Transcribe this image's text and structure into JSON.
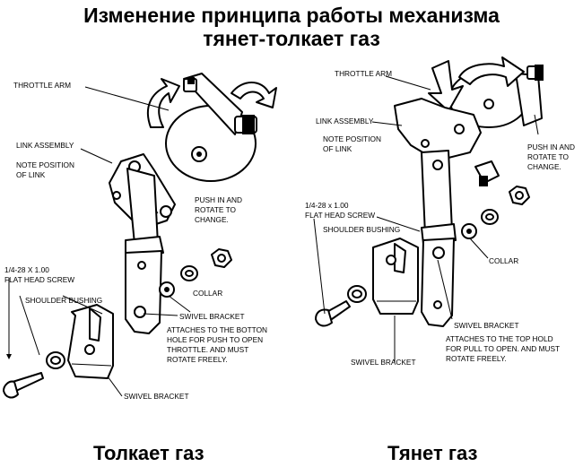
{
  "title": {
    "line1": "Изменение принципа работы механизма",
    "line2": "тянет-толкает газ"
  },
  "panels": {
    "push": {
      "caption": "Толкает газ",
      "labels": {
        "throttle_arm": "THROTTLE ARM",
        "link_assembly": "LINK ASSEMBLY",
        "note_line1": "NOTE POSITION",
        "note_line2": "OF LINK",
        "push_line1": "PUSH IN AND",
        "push_line2": "ROTATE TO",
        "push_line3": "CHANGE.",
        "screw_line1": "1/4-28 X 1.00",
        "screw_line2": "FLAT HEAD SCREW",
        "shoulder_bushing": "SHOULDER BUSHING",
        "collar": "COLLAR",
        "swivel_line1": "SWIVEL BRACKET",
        "swivel_line2": "ATTACHES TO THE BOTTON",
        "swivel_line3": "HOLE FOR PUSH TO OPEN",
        "swivel_line4": "THROTTLE. AND MUST",
        "swivel_line5": "ROTATE FREELY.",
        "swivel_bracket": "SWIVEL BRACKET"
      }
    },
    "pull": {
      "caption": "Тянет газ",
      "labels": {
        "throttle_arm": "THROTTLE ARM",
        "link_assembly": "LINK ASSEMBLY",
        "note_line1": "NOTE POSITION",
        "note_line2": "OF LINK",
        "push_line1": "PUSH IN AND",
        "push_line2": "ROTATE TO",
        "push_line3": "CHANGE.",
        "screw_line1": "1/4-28 x 1.00",
        "screw_line2": "FLAT HEAD SCREW",
        "shoulder_bushing": "SHOULDER BUSHING",
        "collar": "COLLAR",
        "swivel_line1": "SWIVEL BRACKET",
        "attach_line1": "ATTACHES TO THE TOP HOLD",
        "attach_line2": "FOR PULL TO OPEN. AND MUST",
        "attach_line3": "ROTATE FREELY.",
        "swivel_bracket": "SWIVEL BRACKET"
      }
    }
  }
}
